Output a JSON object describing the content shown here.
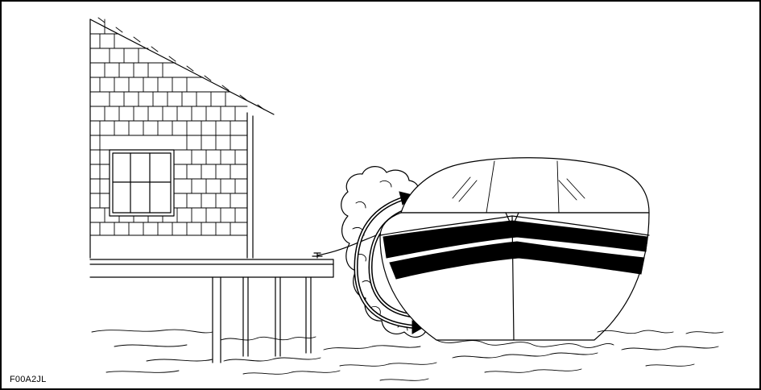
{
  "figure": {
    "id_label": "F00A2JL"
  },
  "colors": {
    "ink": "#000000",
    "paper": "#ffffff"
  },
  "scene": {
    "elements": [
      "house",
      "window",
      "dock",
      "exhaust-cloud",
      "exhaust-arrows",
      "boat",
      "water"
    ]
  }
}
